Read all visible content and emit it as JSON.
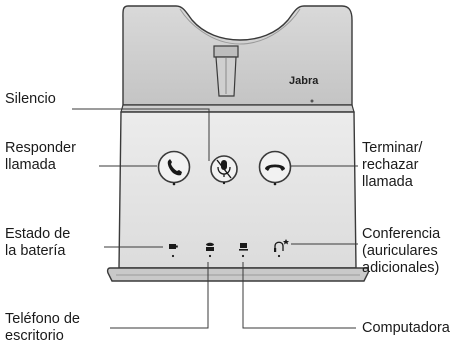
{
  "device": {
    "brand": "Jabra"
  },
  "labels": {
    "silencio": [
      "Silencio"
    ],
    "responder": [
      "Responder",
      "llamada"
    ],
    "terminar": [
      "Terminar/",
      "rechazar",
      "llamada"
    ],
    "bateria": [
      "Estado de",
      "la batería"
    ],
    "conferencia": [
      "Conferencia",
      "(auriculares",
      "adicionales)"
    ],
    "telefono": [
      "Teléfono de",
      "escritorio"
    ],
    "computadora": [
      "Computadora"
    ]
  },
  "icons": {
    "answer": "phone-answer-icon",
    "mute": "microphone-mute-icon",
    "end": "phone-hangup-icon",
    "battery": "battery-icon",
    "deskphone": "desk-phone-icon",
    "computer": "computer-icon",
    "conference": "headset-conference-icon"
  }
}
